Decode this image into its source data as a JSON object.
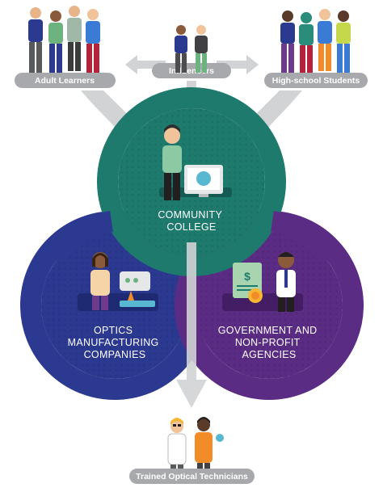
{
  "diagram": {
    "top_labels": {
      "adult_learners": "Adult Learners",
      "influencers": "Influencers",
      "high_school_students": "High-school Students"
    },
    "circles": {
      "community_college": [
        "COMMUNITY",
        "COLLEGE"
      ],
      "optics_companies": [
        "OPTICS",
        "MANUFACTURING",
        "COMPANIES"
      ],
      "government": [
        "GOVERNMENT AND",
        "NON-PROFIT",
        "AGENCIES"
      ]
    },
    "bottom_label": "Trained Optical Technicians",
    "colors": {
      "teal": "#1f7a6e",
      "blue": "#2b3990",
      "purple": "#5b2c83",
      "gray_pill": "#a7a9ac",
      "arrow": "#d1d3d4"
    }
  }
}
